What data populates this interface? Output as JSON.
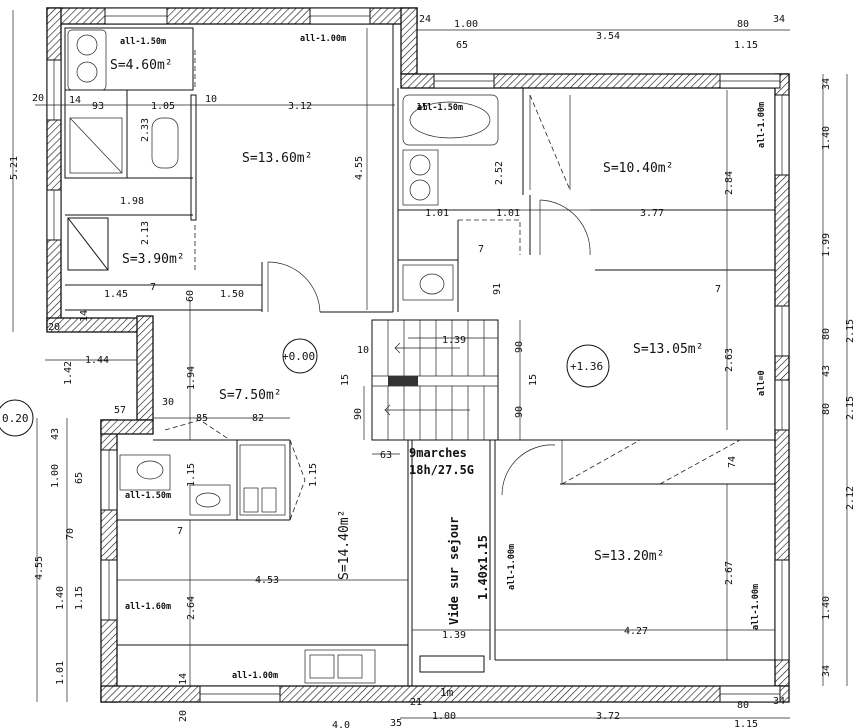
{
  "rooms": {
    "wc_top": "S=4.60m²",
    "bedroom1": "S=13.60m²",
    "bath_left": "S=3.90m²",
    "bedroom2": "S=10.40m²",
    "living_right": "S=13.05m²",
    "entry": "S=7.50m²",
    "kitchen": "S=14.40m²",
    "living_bottom": "S=13.20m²"
  },
  "levels": {
    "left": "+0.00",
    "right": "+1.36",
    "edge": "0.20"
  },
  "stairs": {
    "steps": "9marches",
    "spec": "18h/27.5G"
  },
  "void": {
    "line1": "Vide sur sejour",
    "line2": "1.40x1.15"
  },
  "sills": {
    "a1": "all-1.50m",
    "a2": "all-1.00m",
    "a3": "all-1.50m",
    "a4": "all-1.00m",
    "a5": "all=0",
    "a6": "all-1.50m",
    "a7": "all-1.60m",
    "a8": "all-1.00m",
    "a9": "all-1.00m",
    "a10": "all-1.00m"
  },
  "dims": {
    "top_24": "24",
    "top_100": "1.00",
    "top_65": "65",
    "top_354": "3.54",
    "top_80": "80",
    "top_34": "34",
    "top_115": "1.15",
    "d20": "20",
    "d14": "14",
    "d93": "93",
    "d105": "1.05",
    "d10": "10",
    "d312": "3.12",
    "d15": "15",
    "d521": "5.21",
    "d233": "2.33",
    "d455": "4.55",
    "d252": "2.52",
    "d198": "1.98",
    "d213": "2.13",
    "d101a": "1.01",
    "d101b": "1.01",
    "d377": "3.77",
    "d284": "2.84",
    "r34": "34",
    "r140": "1.40",
    "r199": "1.99",
    "r80a": "80",
    "r215a": "2.15",
    "r43": "43",
    "r80b": "80",
    "r215b": "2.15",
    "r212": "2.12",
    "r140b": "1.40",
    "r34b": "34",
    "d145": "1.45",
    "d7a": "7",
    "d60": "60",
    "d150": "1.50",
    "d7b": "7",
    "d91": "91",
    "d20b": "20",
    "d14b": "14",
    "d144": "1.44",
    "d139a": "1.39",
    "d10b": "10",
    "d90a": "90",
    "d15b": "15",
    "d15c": "15",
    "d90b": "90",
    "d90c": "90",
    "d142": "1.42",
    "d57": "57",
    "d30": "30",
    "d85": "85",
    "d82": "82",
    "d194": "1.94",
    "d63": "63",
    "d263": "2.63",
    "d7c": "7",
    "d74": "74",
    "l455": "4.55",
    "l43": "43",
    "l100": "1.00",
    "l65": "65",
    "l70": "70",
    "l140": "1.40",
    "l115": "1.15",
    "l101": "1.01",
    "d115a": "1.15",
    "d115b": "1.15",
    "d7d": "7",
    "d453": "4.53",
    "d264": "2.64",
    "d267": "2.67",
    "d427": "4.27",
    "d139b": "1.39",
    "d14c": "14",
    "d20c": "20",
    "b21": "21",
    "b35": "35",
    "b1m": "1m",
    "b100": "1.00",
    "b372": "3.72",
    "b80": "80",
    "b34": "34",
    "b115": "1.15",
    "b440": "4.0"
  }
}
